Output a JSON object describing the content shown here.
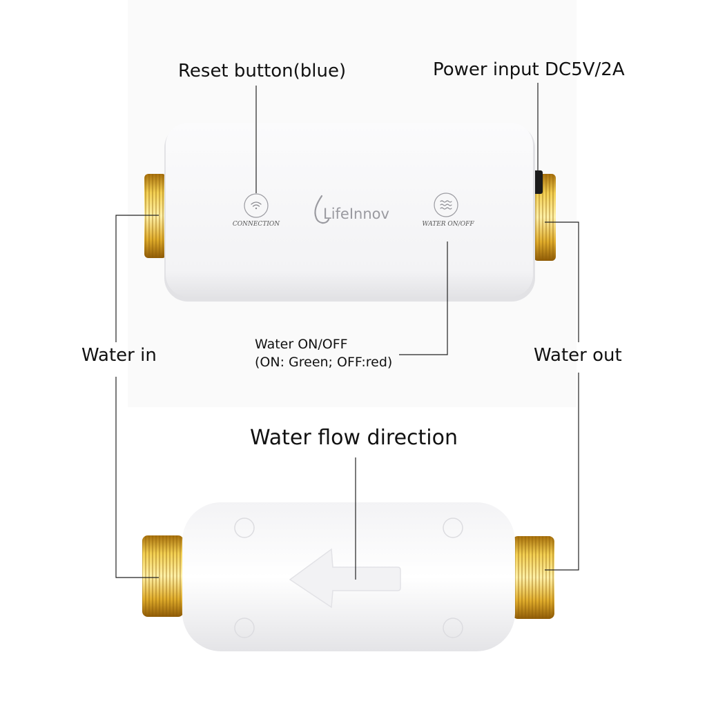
{
  "labels": {
    "reset_button": "Reset button(blue)",
    "power_input": "Power input DC5V/2A",
    "water_in": "Water in",
    "water_out": "Water out",
    "water_onoff_line1": "Water ON/OFF",
    "water_onoff_line2": "(ON: Green; OFF:red)",
    "water_flow_direction": "Water flow direction"
  },
  "device": {
    "brand": "LifeInnov",
    "connection_label": "CONNECTION",
    "water_onoff_label": "WATER ON/OFF"
  },
  "icons": {
    "connection": "wifi-icon",
    "water_toggle": "waves-icon",
    "flow": "arrow-left-icon",
    "logo": "water-drop-icon"
  },
  "colors": {
    "body": "#f6f6f7",
    "brass": "#d9a82a",
    "leader_line": "#222222",
    "text": "#111111"
  }
}
